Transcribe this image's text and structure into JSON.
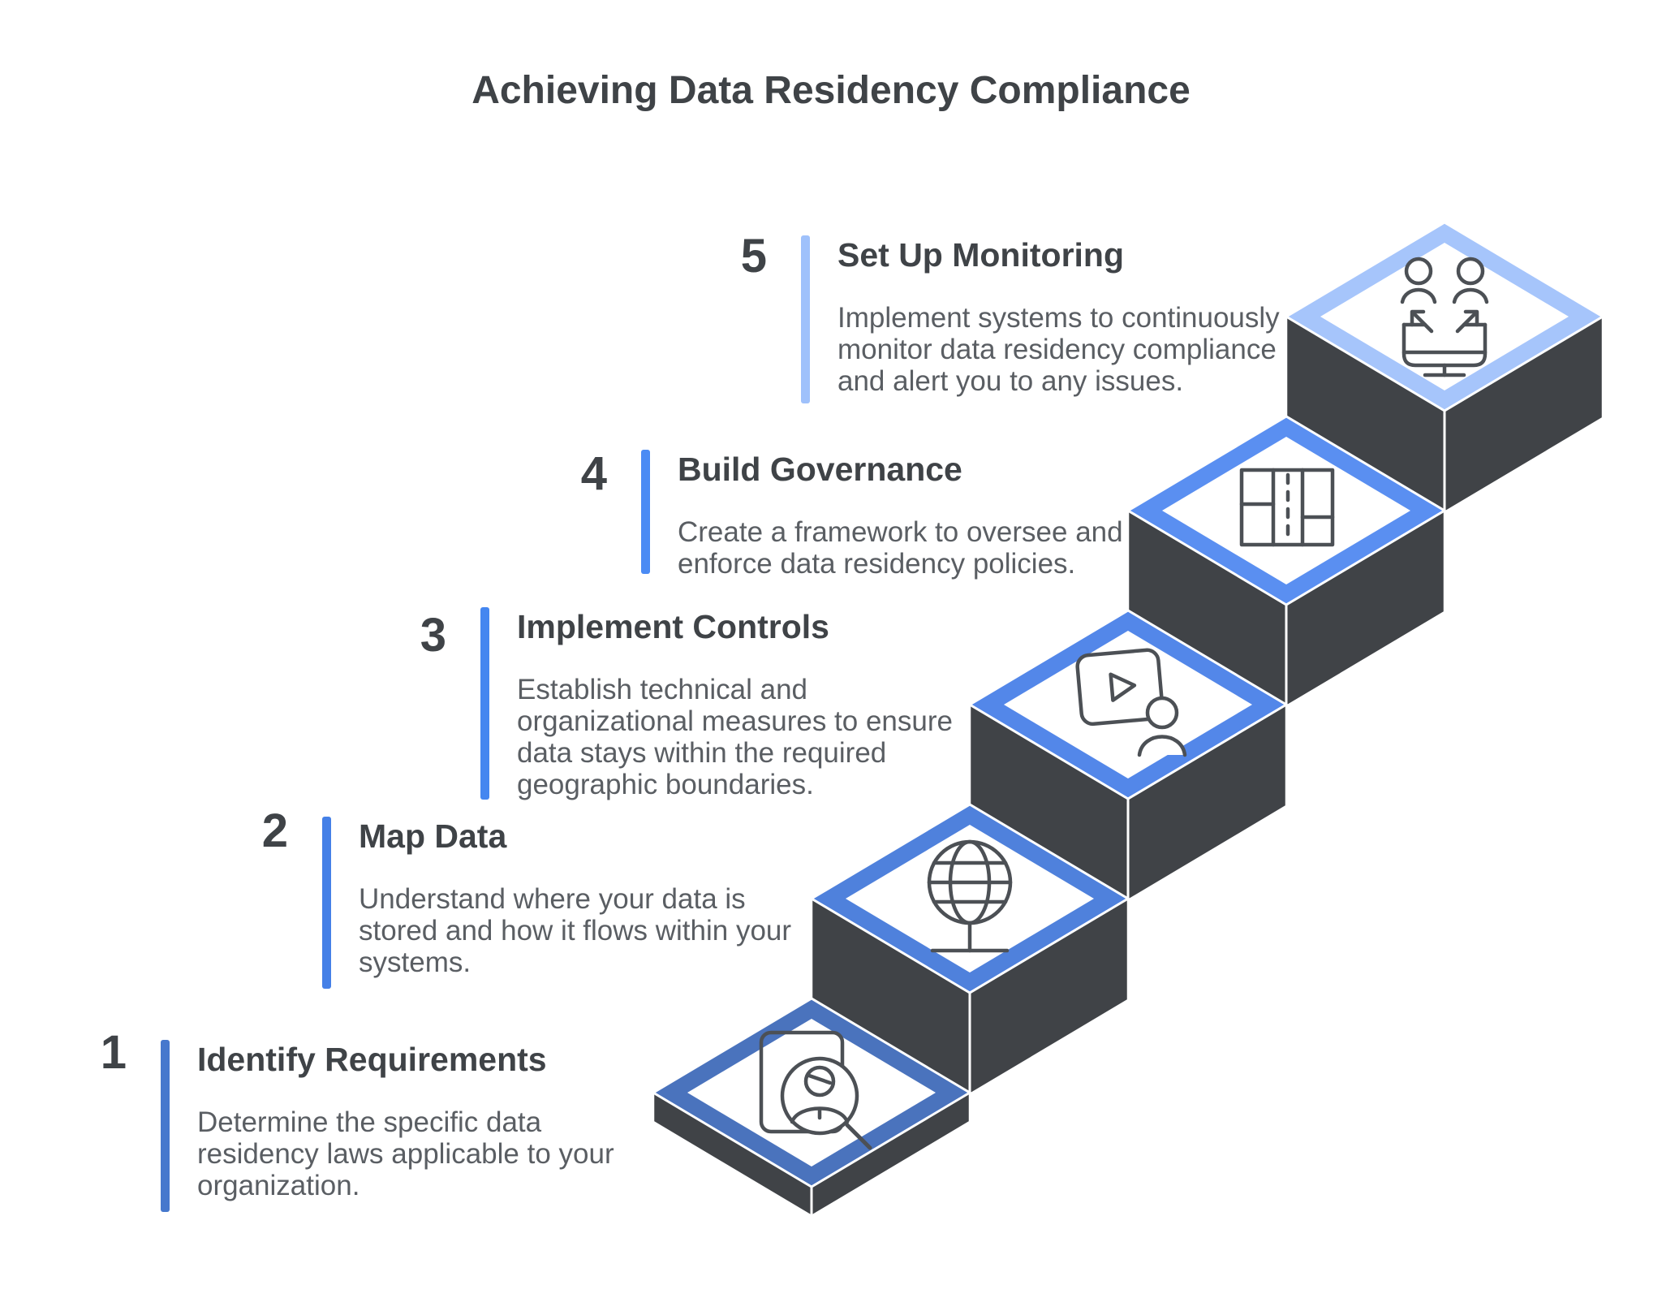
{
  "title": "Achieving Data Residency Compliance",
  "colors": {
    "heading_text": "#3f4347",
    "body_text": "#5a5e63",
    "stair_dark": "#404347",
    "icon_stroke": "#4c5055",
    "diamond_inner": "#ffffff"
  },
  "steps": [
    {
      "number": "1",
      "title": "Identify Requirements",
      "description": "Determine the specific data\nresidency laws applicable to your\norganization.",
      "bar_color": "#4678cd",
      "diamond_color": "#4a73bd",
      "icon": "person-search-icon"
    },
    {
      "number": "2",
      "title": "Map Data",
      "description": "Understand where your data is\nstored and how it flows within your\nsystems.",
      "bar_color": "#4580e7",
      "diamond_color": "#4f81dc",
      "icon": "globe-network-icon"
    },
    {
      "number": "3",
      "title": "Implement Controls",
      "description": "Establish technical and\norganizational measures to ensure\ndata stays within the required\ngeographic boundaries.",
      "bar_color": "#4486f0",
      "diamond_color": "#5387e9",
      "icon": "video-person-icon"
    },
    {
      "number": "4",
      "title": "Build Governance",
      "description": "Create a framework to oversee and\nenforce data residency policies.",
      "bar_color": "#4b8bf4",
      "diamond_color": "#5a8ff1",
      "icon": "governance-grid-icon"
    },
    {
      "number": "5",
      "title": "Set Up Monitoring",
      "description": "Implement systems to continuously\nmonitor data residency compliance\nand alert you to any issues.",
      "bar_color": "#9fc1fb",
      "diamond_color": "#a6c5fb",
      "icon": "screen-share-people-icon"
    }
  ]
}
